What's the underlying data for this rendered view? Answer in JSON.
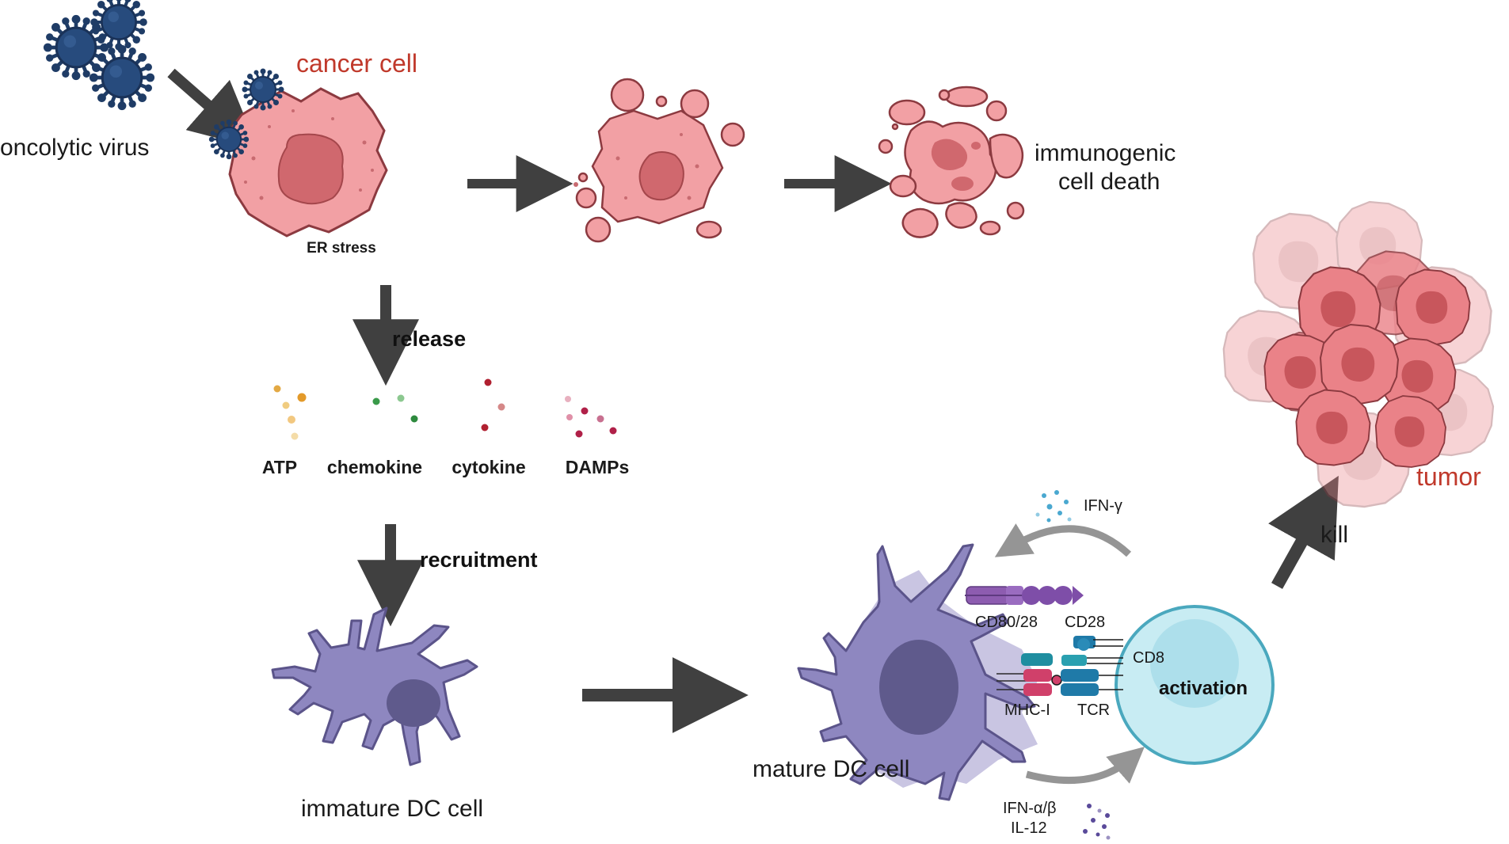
{
  "labels": {
    "oncolytic_virus": "oncolytic virus",
    "cancer_cell": "cancer cell",
    "er_stress": "ER stress",
    "icd_line1": "immunogenic",
    "icd_line2": "cell death",
    "release": "release",
    "atp": "ATP",
    "chemokine": "chemokine",
    "cytokine": "cytokine",
    "damps": "DAMPs",
    "recruitment": "recruitment",
    "immature_dc": "immature DC cell",
    "mature_dc": "mature DC cell",
    "ifn_gamma": "IFN-γ",
    "cd80_28": "CD80/28",
    "cd28": "CD28",
    "cd8": "CD8",
    "mhc_i": "MHC-I",
    "tcr": "TCR",
    "activation": "activation",
    "ifn_ab": "IFN-α/β",
    "il12": "IL-12",
    "kill": "kill",
    "tumor": "tumor"
  },
  "colors": {
    "arrow": "#404040",
    "cancer_fill": "#f2a0a4",
    "cancer_stroke": "#8c3a40",
    "nucleus": "#d0686e",
    "virus": "#1f3c66",
    "dc_fill": "#8e87c0",
    "dc_stroke": "#5b548a",
    "dc_nucleus": "#5f5a8c",
    "tcell_fill": "#c8ecf3",
    "tcell_stroke": "#4aa8be",
    "red_label": "#c0392b",
    "atp": "#e0a030",
    "chemokine": "#3a9a4a",
    "cytokine": "#b02030",
    "damps": "#b0305a"
  }
}
